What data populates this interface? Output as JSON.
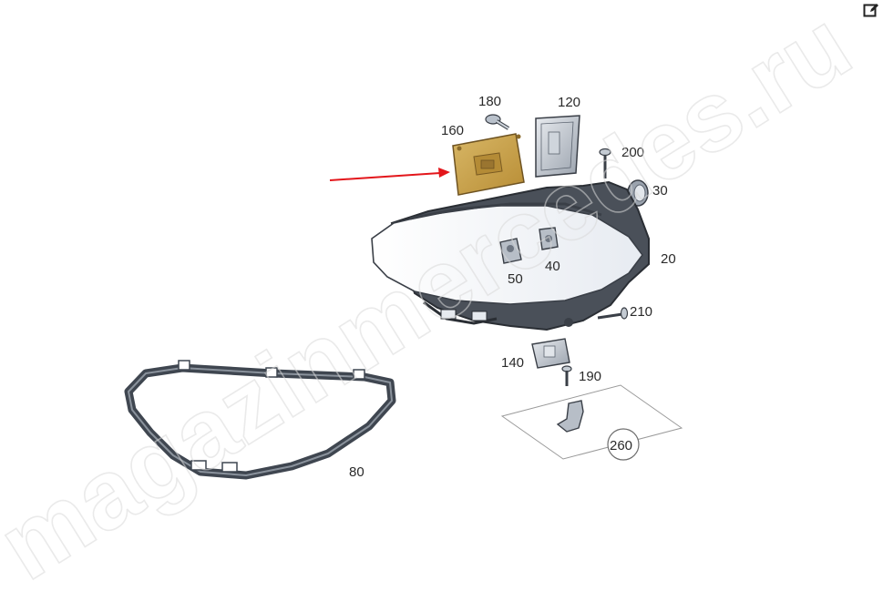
{
  "watermark": "magazinmercedes.ru",
  "icons": {
    "edit": "edit-icon"
  },
  "colors": {
    "accent_arrow": "#e3161b",
    "ballast_gold": "#c9a34e",
    "part_outline": "#3a3f47",
    "lens": "#f6f8fb"
  },
  "labels": {
    "p180": "180",
    "p120": "120",
    "p160": "160",
    "p200": "200",
    "p30": "30",
    "p20": "20",
    "p50": "50",
    "p40": "40",
    "p210": "210",
    "p140": "140",
    "p190": "190",
    "p80": "80",
    "p260": "260"
  }
}
